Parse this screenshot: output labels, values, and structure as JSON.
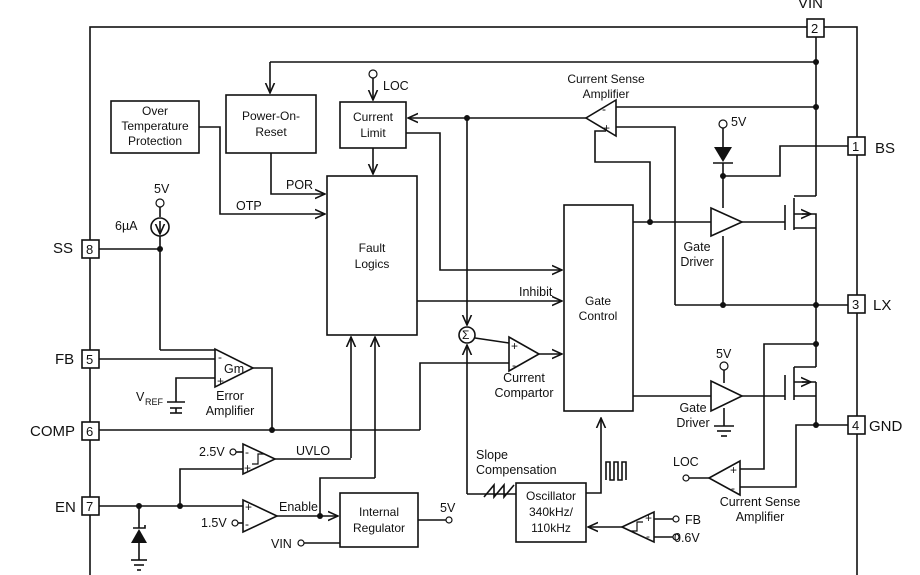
{
  "pins": {
    "vin": {
      "name": "VIN",
      "num": "2"
    },
    "bs": {
      "name": "BS",
      "num": "1"
    },
    "lx": {
      "name": "LX",
      "num": "3"
    },
    "gnd": {
      "name": "GND",
      "num": "4"
    },
    "ss": {
      "name": "SS",
      "num": "8"
    },
    "fb": {
      "name": "FB",
      "num": "5"
    },
    "comp": {
      "name": "COMP",
      "num": "6"
    },
    "en": {
      "name": "EN",
      "num": "7"
    }
  },
  "blocks": {
    "otp": [
      "Over",
      "Temperature",
      "Protection"
    ],
    "por": [
      "Power-On-",
      "Reset"
    ],
    "current_limit": [
      "Current",
      "Limit"
    ],
    "fault": [
      "Fault",
      "Logics"
    ],
    "gate_control": [
      "Gate",
      "Control"
    ],
    "oscillator": [
      "Oscillator",
      "340kHz/",
      "110kHz"
    ],
    "regulator": [
      "Internal",
      "Regulator"
    ]
  },
  "labels": {
    "loc_top": "LOC",
    "csa_top": [
      "Current Sense",
      "Amplifier"
    ],
    "v5_bs": "5V",
    "gate_driver_high": [
      "Gate",
      "Driver"
    ],
    "inhibit": "Inhibit",
    "por_sig": "POR",
    "otp_sig": "OTP",
    "v5_ss": "5V",
    "i_ss": "6µA",
    "gm": "Gm",
    "vref": "V",
    "vref_sub": "REF",
    "error_amp": [
      "Error",
      "Amplifier"
    ],
    "current_comp": [
      "Current",
      "Compartor"
    ],
    "v5_low": "5V",
    "gate_driver_low": [
      "Gate",
      "Driver"
    ],
    "uvlo_th": "2.5V",
    "uvlo": "UVLO",
    "enable_th": "1.5V",
    "enable": "Enable",
    "reg_out": "5V",
    "reg_in": "VIN",
    "slope": [
      "Slope",
      "Compensation"
    ],
    "loc_bottom": "LOC",
    "csa_bottom": [
      "Current Sense",
      "Amplifier"
    ],
    "fb_in": "FB",
    "v06": "0.6V",
    "plus": "+",
    "minus": "-"
  }
}
